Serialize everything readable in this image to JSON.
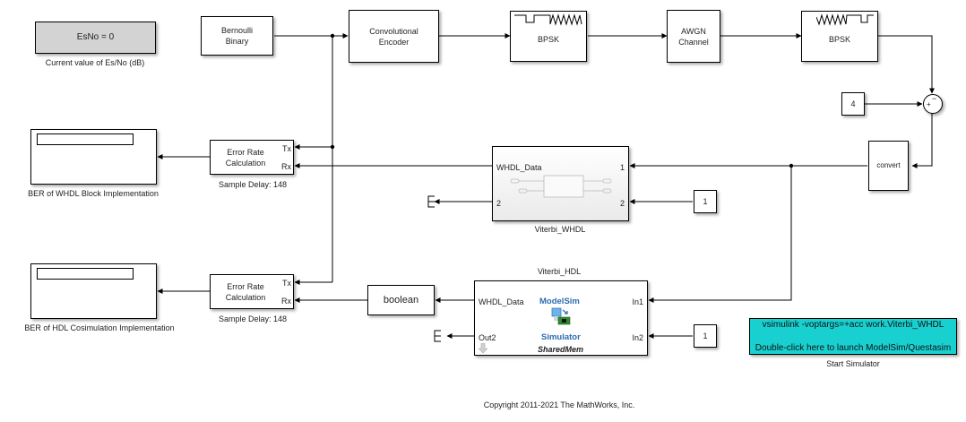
{
  "blocks": {
    "esno_display": {
      "label": "EsNo = 0",
      "caption": "Current value of Es/No (dB)"
    },
    "bernoulli": {
      "label": "Bernoulli\nBinary"
    },
    "conv_encoder": {
      "label": "Convolutional\nEncoder"
    },
    "bpsk_mod": {
      "label": "BPSK"
    },
    "awgn": {
      "label": "AWGN\nChannel"
    },
    "bpsk_demod": {
      "label": "BPSK"
    },
    "const_4": {
      "label": "4"
    },
    "sum": {
      "plus": "+",
      "minus": "−"
    },
    "convert": {
      "label": "convert"
    },
    "error_rate_1": {
      "label": "Error Rate\nCalculation",
      "tx": "Tx",
      "rx": "Rx",
      "caption": "Sample Delay: 148"
    },
    "error_rate_2": {
      "label": "Error Rate\nCalculation",
      "tx": "Tx",
      "rx": "Rx",
      "caption": "Sample Delay: 148"
    },
    "scope_whdl": {
      "caption": "BER of WHDL Block Implementation"
    },
    "scope_hdl": {
      "caption": "BER of HDL Cosimulation Implementation"
    },
    "viterbi_whdl": {
      "caption": "Viterbi_WHDL",
      "out1": "WHDL_Data",
      "out2": "2",
      "in1": "1",
      "in2": "2"
    },
    "const_1a": {
      "label": "1"
    },
    "viterbi_hdl": {
      "caption": "Viterbi_HDL",
      "out1": "WHDL_Data",
      "out2": "Out2",
      "in1": "In1",
      "in2": "In2",
      "modelsim": "ModelSim",
      "simulator": "Simulator",
      "mode": "SharedMem"
    },
    "boolean": {
      "label": "boolean"
    },
    "const_1b": {
      "label": "1"
    },
    "launch": {
      "line1": "vsimulink  -voptargs=+acc work.Viterbi_WHDL",
      "line2": "Double-click here to launch ModelSim/Questasim",
      "caption": "Start Simulator"
    }
  },
  "footer": {
    "copyright": "Copyright 2011-2021 The MathWorks, Inc."
  },
  "colors": {
    "launch_bg": "#19d0d0",
    "display_bg": "#d3d3d3",
    "modelsim_text": "#2b6cb0"
  }
}
